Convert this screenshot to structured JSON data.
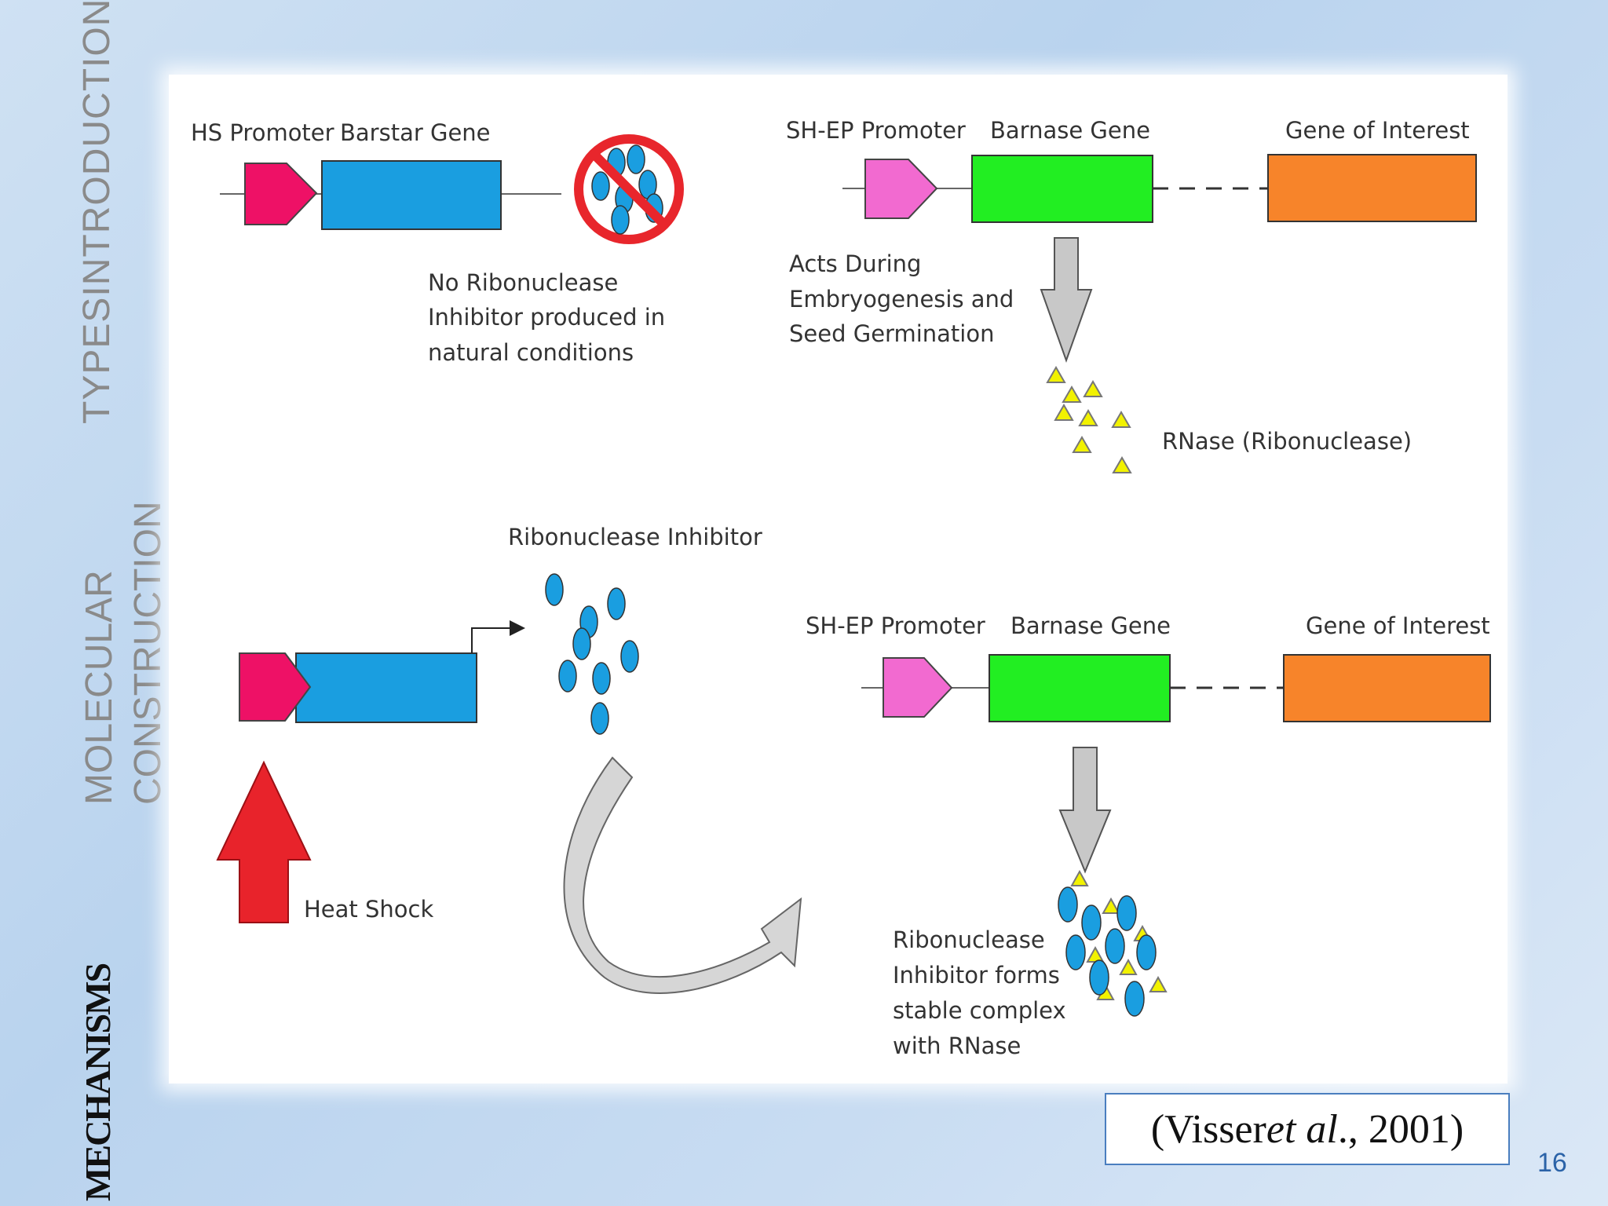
{
  "sidebar": {
    "section_intro": "TYPESINTRODUCTION",
    "section_molecular_line1": "MOLECULAR",
    "section_molecular_line2": "CONSTRUCTION",
    "section_mechanisms": "MECHANISMS"
  },
  "diagram": {
    "top_left": {
      "promoter_label": "HS Promoter",
      "gene_label": "Barstar Gene",
      "caption": [
        "No    Ribonuclease",
        "Inhibitor produced in",
        "natural     conditions"
      ]
    },
    "top_right": {
      "promoter_label": "SH-EP  Promoter",
      "gene_label": "Barnase Gene",
      "goi_label": "Gene of Interest",
      "caption": [
        "Acts During",
        "Embryogenesis and",
        "Seed   Germination"
      ],
      "product_label": "RNase (Ribonuclease)"
    },
    "bottom_left": {
      "product_label": "Ribonuclease Inhibitor",
      "trigger_label": "Heat Shock"
    },
    "bottom_right": {
      "promoter_label": "SH-EP  Promoter",
      "gene_label": "Barnase Gene",
      "goi_label": "Gene of Interest",
      "caption": [
        "Ribonuclease",
        "Inhibitor  forms",
        "stable complex",
        "with RNase"
      ]
    },
    "colors": {
      "promoter_hs": "#ee1166",
      "barstar": "#1a9ee0",
      "promoter_shep": "#f26ad0",
      "barnase": "#22ee22",
      "goi": "#f7842a",
      "rnase": "#f2f200",
      "inhibitor": "#1a9ee0",
      "heat_arrow": "#e8232b"
    }
  },
  "citation": {
    "open": "(Visser ",
    "italic": "et al",
    "close": "., 2001)"
  },
  "page_number": "16"
}
